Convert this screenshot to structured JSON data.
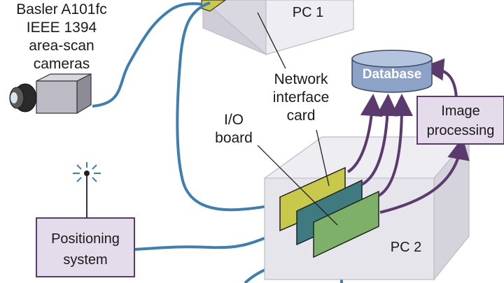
{
  "labels": {
    "camera_line1": "Basler A101fc",
    "camera_line2": "IEEE 1394",
    "camera_line3": "area-scan",
    "camera_line4": "cameras",
    "pc1": "PC 1",
    "pc2": "PC 2",
    "nic_line1": "Network",
    "nic_line2": "interface",
    "nic_line3": "card",
    "io_line1": "I/O",
    "io_line2": "board",
    "database": "Database",
    "imgproc_line1": "Image",
    "imgproc_line2": "processing",
    "pos_line1": "Positioning",
    "pos_line2": "system"
  },
  "colors": {
    "cable": "#3f7fb0",
    "arrow": "#5b3a6e",
    "pc_box": "#ecebf1",
    "card_yellow": "#c8c84a",
    "card_teal": "#3f7a80",
    "card_green": "#7fb06a",
    "purple_box": "#e4dcea",
    "database": "#8ca2c6"
  },
  "icons": {
    "camera": "camera-icon",
    "antenna": "antenna-icon",
    "database": "database-icon"
  }
}
